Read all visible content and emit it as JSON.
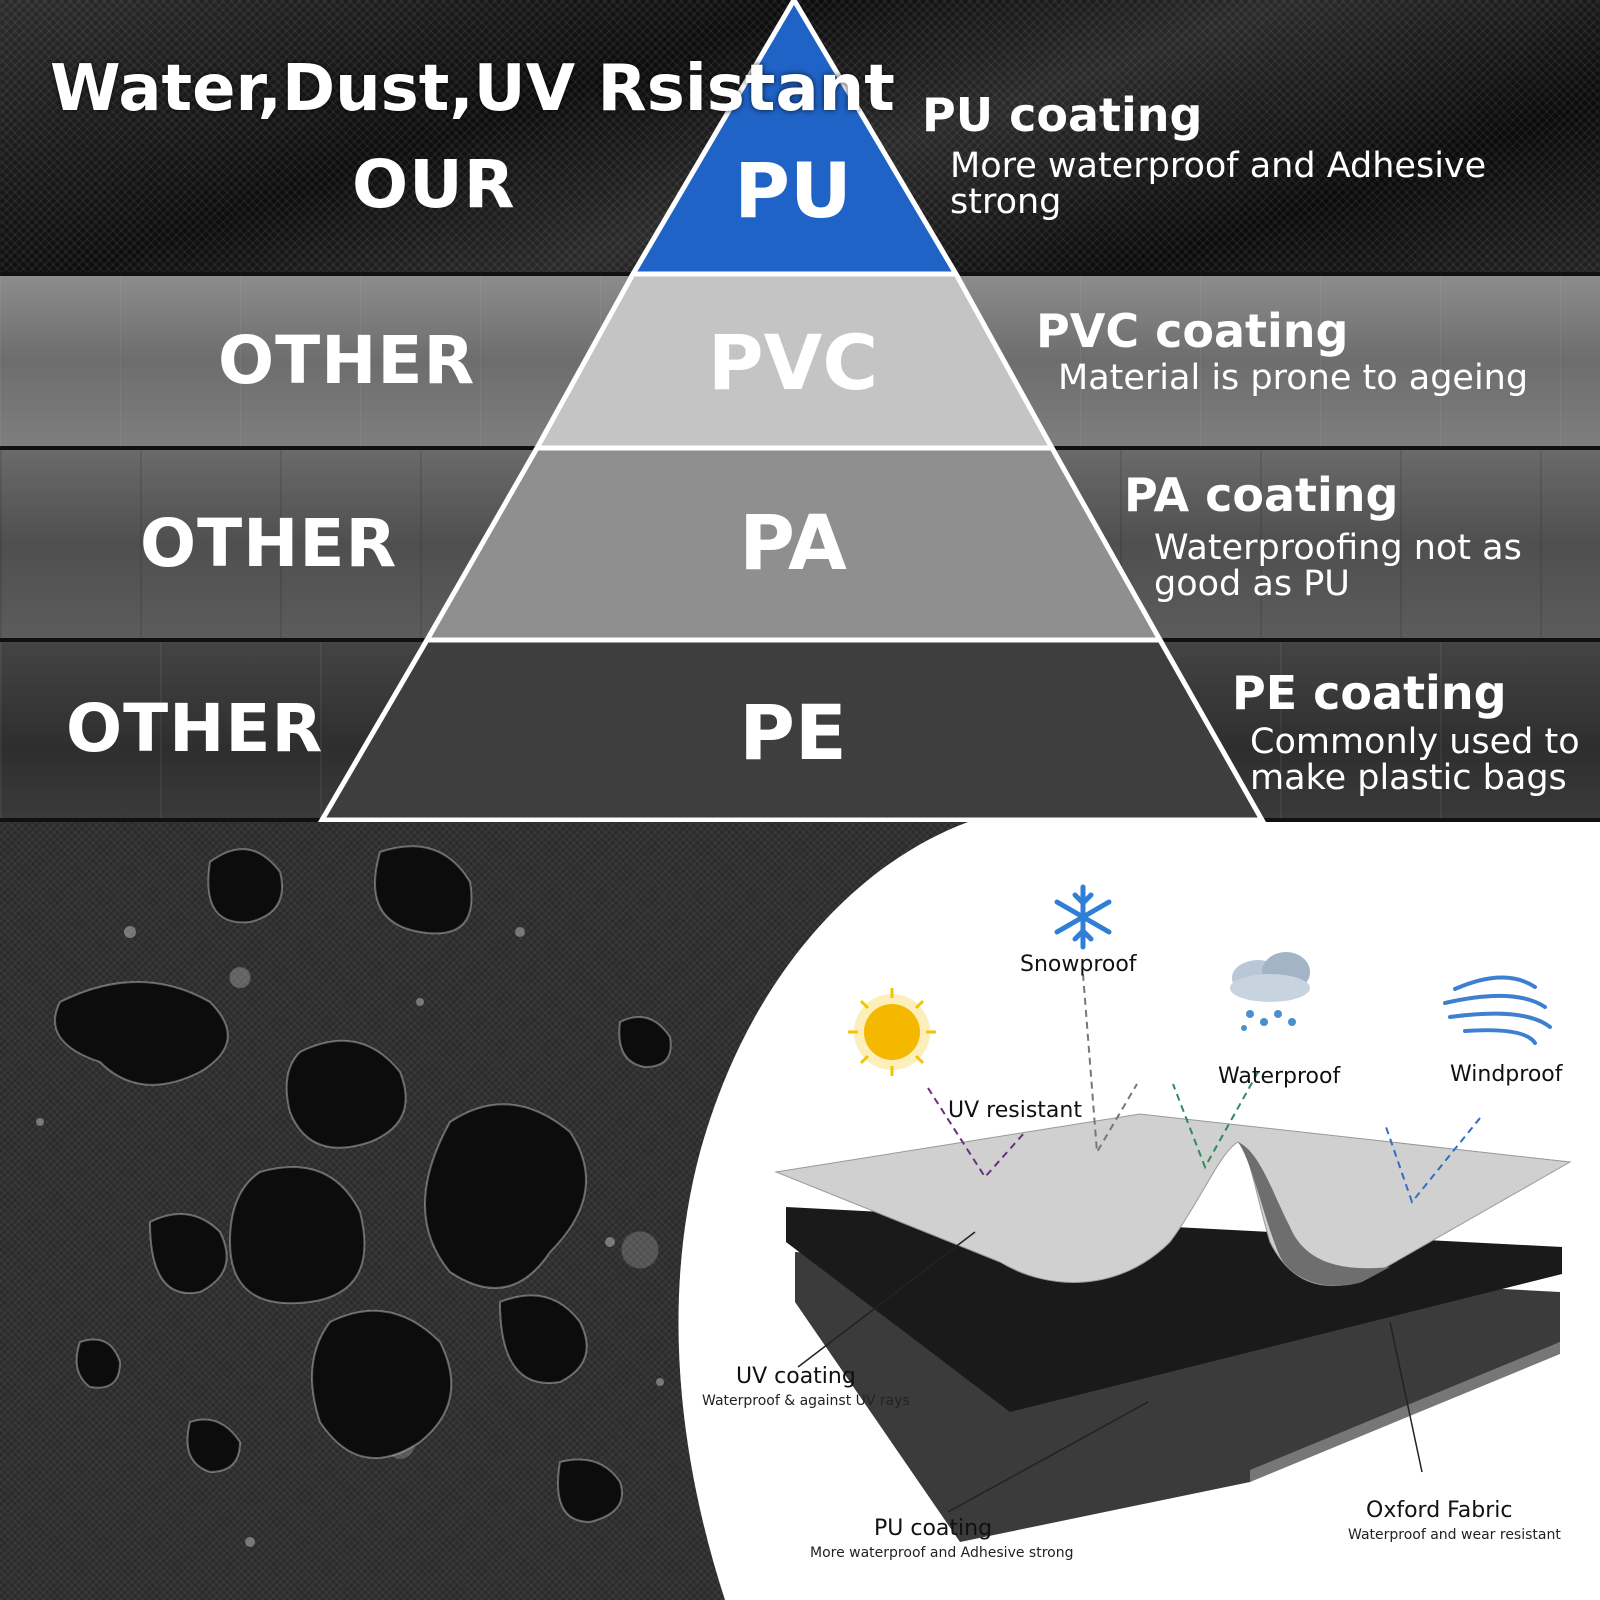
{
  "pyramid": {
    "tiers": [
      {
        "left_label": "OUR",
        "tier": "PU",
        "coating_title": "PU coating",
        "coating_desc": "More waterproof and Adhesive strong"
      },
      {
        "left_label": "OTHER",
        "tier": "PVC",
        "coating_title": "PVC coating",
        "coating_desc": "Material is prone to ageing"
      },
      {
        "left_label": "OTHER",
        "tier": "PA",
        "coating_title": "PA coating",
        "coating_desc": "Waterproofing not as good as PU"
      },
      {
        "left_label": "OTHER",
        "tier": "PE",
        "coating_title": "PE coating",
        "coating_desc": "Commonly used to make plastic bags"
      }
    ],
    "colors": {
      "pu": "#1f63c6",
      "pvc": "#c4c4c4",
      "pa": "#8f8f8f",
      "pe": "#3e3e3e"
    }
  },
  "headline": "Water,Dust,UV Rsistant",
  "diagram": {
    "features": {
      "snow": "Snowproof",
      "uv": "UV resistant",
      "water": "Waterproof",
      "wind": "Windproof"
    },
    "layers": {
      "uv_title": "UV coating",
      "uv_desc": "Waterproof & against UV rays",
      "pu_title": "PU coating",
      "pu_desc": "More waterproof and Adhesive strong",
      "oxford_title": "Oxford Fabric",
      "oxford_desc": "Waterproof and wear resistant"
    },
    "icons": [
      "snowflake-icon",
      "sun-icon",
      "rain-cloud-icon",
      "wind-icon"
    ]
  }
}
